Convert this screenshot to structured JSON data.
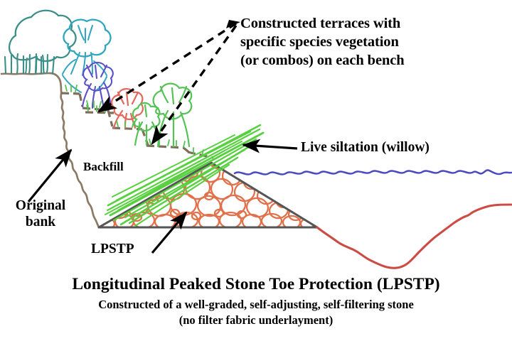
{
  "diagram": {
    "callouts": {
      "terraces": "Constructed terraces with\nspecific species vegetation\n(or combos) on each bench",
      "live_siltation": "Live siltation (willow)",
      "original_bank": "Original\nbank",
      "backfill": "Backfill",
      "lpstp": "LPSTP"
    },
    "caption": {
      "title": "Longitudinal Peaked Stone Toe Protection (LPSTP)",
      "subtitle_line1": "Constructed of a well-graded, self-adjusting, self-filtering stone",
      "subtitle_line2": "(no filter fabric underlayment)"
    },
    "colors": {
      "background": "#ffffff",
      "text": "#000000",
      "bank_line": "#8a7a66",
      "terrace_bench": "#7e6e5c",
      "stone_fill": "#e0714a",
      "stone_outline": "#555555",
      "water_surface": "#4b4bc0",
      "channel_bed": "#cc4b45",
      "willow_green": "#58d040",
      "vegetation_teal": "#3b8f88",
      "vegetation_cyan": "#2fa6c0",
      "vegetation_purple": "#5b50c8",
      "vegetation_red": "#e4665c",
      "vegetation_green": "#55c256",
      "arrow": "#000000"
    },
    "elements": {
      "water_surface_label": "water-surface-line",
      "channel_bed_label": "channel-bed-line",
      "stone_mound_label": "lpstp-stone-mound",
      "willow_label": "live-siltation-willow-stems",
      "terrace_label": "constructed-terrace-benches",
      "bank_label": "original-bank-profile"
    }
  }
}
